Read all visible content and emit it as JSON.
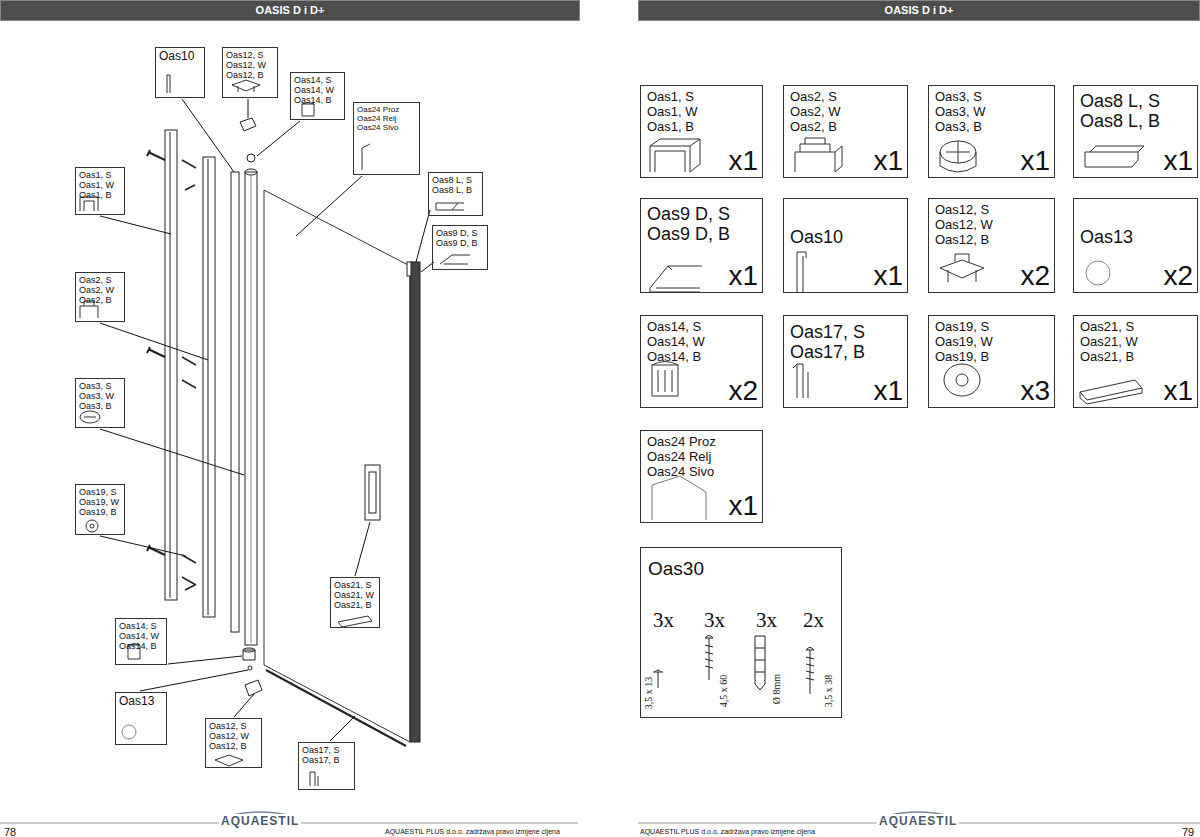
{
  "diagram": {
    "nodes": [
      {
        "text": [
          "OASIS D i D+"
        ]
      },
      {
        "text": [
          "Oas10"
        ]
      },
      {
        "text": [
          "Oas12, S",
          "Oas12, W",
          "Oas12, B"
        ]
      },
      {
        "text": [
          "Oas14, S",
          "Oas14, W",
          "Oas14, B"
        ]
      },
      {
        "text": [
          "Oas24 Proz",
          "Oas24 Relj",
          "Oas24 Sivo"
        ]
      },
      {
        "text": [
          "Oas1, S",
          "Oas1, W",
          "Oas1, B"
        ]
      },
      {
        "text": [
          "Oas8 L, S",
          "Oas8 L, B"
        ]
      },
      {
        "text": [
          "Oas9 D, S",
          "Oas9 D, B"
        ]
      },
      {
        "text": [
          "Oas2, S",
          "Oas2, W",
          "Oas2, B"
        ]
      },
      {
        "text": [
          "Oas3, S",
          "Oas3, W",
          "Oas3, B"
        ]
      },
      {
        "text": [
          "Oas19, S",
          "Oas19, W",
          "Oas19, B"
        ]
      },
      {
        "text": [
          "Oas21, S",
          "Oas21, W",
          "Oas21, B"
        ]
      },
      {
        "text": [
          "Oas14, S",
          "Oas14, W",
          "Oas14, B"
        ]
      },
      {
        "text": [
          "Oas13"
        ]
      },
      {
        "text": [
          "Oas12, S",
          "Oas12, W",
          "Oas12, B"
        ]
      },
      {
        "text": [
          "Oas17, S",
          "Oas17, B"
        ]
      },
      {
        "text": [
          "OASIS D i D+"
        ]
      },
      {
        "text": [
          "Oas1, S",
          "Oas1, W",
          "Oas1, B",
          "x1"
        ]
      },
      {
        "text": [
          "Oas2, S",
          "Oas2, W",
          "Oas2, B",
          "x1"
        ]
      },
      {
        "text": [
          "Oas3, S",
          "Oas3, W",
          "Oas3, B",
          "x1"
        ]
      },
      {
        "text": [
          "Oas8 L, S",
          "Oas8 L, B",
          "x1"
        ]
      },
      {
        "text": [
          "Oas9 D, S",
          "Oas9 D, B",
          "x1"
        ]
      },
      {
        "text": [
          "Oas10",
          "x1"
        ]
      },
      {
        "text": [
          "Oas12, S",
          "Oas12, W",
          "Oas12, B",
          "x2"
        ]
      },
      {
        "text": [
          "Oas13",
          "x2"
        ]
      },
      {
        "text": [
          "Oas14, S",
          "Oas14, W",
          "Oas14, B",
          "x2"
        ]
      },
      {
        "text": [
          "Oas17, S",
          "Oas17, B",
          "x1"
        ]
      },
      {
        "text": [
          "Oas19, S",
          "Oas19, W",
          "Oas19, B",
          "x3"
        ]
      },
      {
        "text": [
          "Oas21, S",
          "Oas21, W",
          "Oas21, B",
          "x1"
        ]
      },
      {
        "text": [
          "Oas24 Proz",
          "Oas24 Relj",
          "Oas24 Sivo",
          "x1"
        ]
      },
      {
        "text": [
          "Oas30",
          "3x",
          "3x",
          "3x",
          "2x",
          "3,5 x 13",
          "4,5 x 60",
          "Ø 8mm",
          "3,5 x 38"
        ]
      }
    ],
    "labels": [
      "78",
      "AQUAESTIL",
      "AQUAESTIL PLUS d.o.o. zadržava pravo izmjene cijena",
      "AQUAESTIL PLUS d.o.o. zadržava pravo izmjene cijena",
      "AQUAESTIL",
      "79"
    ]
  }
}
